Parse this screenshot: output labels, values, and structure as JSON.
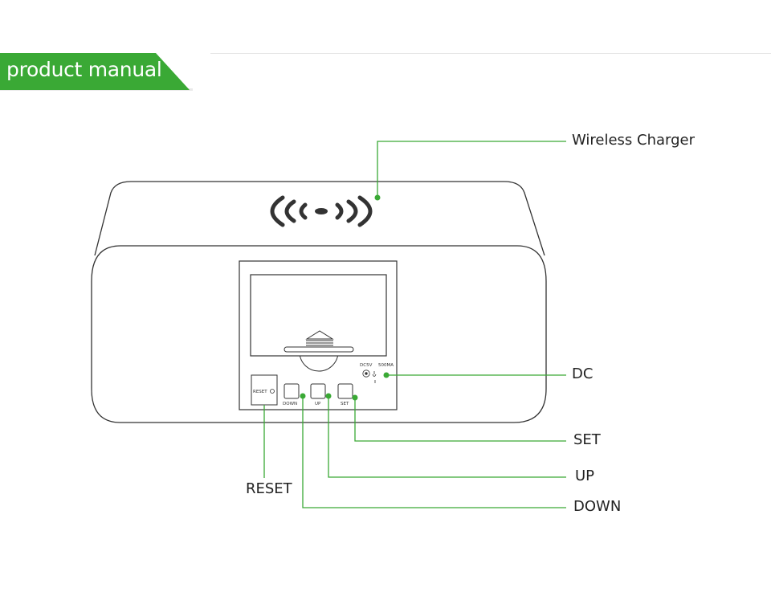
{
  "header": {
    "title": "product manual"
  },
  "colors": {
    "accent": "#3aa935",
    "outline": "#333333"
  },
  "callouts": {
    "wireless_charger": "Wireless Charger",
    "dc": "DC",
    "set": "SET",
    "up": "UP",
    "down": "DOWN",
    "reset": "RESET"
  },
  "device": {
    "reset_label": "RESET",
    "down_label": "DOWN",
    "up_label": "UP",
    "set_label": "SET",
    "dc_voltage": "DC5V",
    "dc_current": "500MA"
  },
  "icons": [
    "wireless-charging-icon",
    "dc-jack-icon"
  ]
}
